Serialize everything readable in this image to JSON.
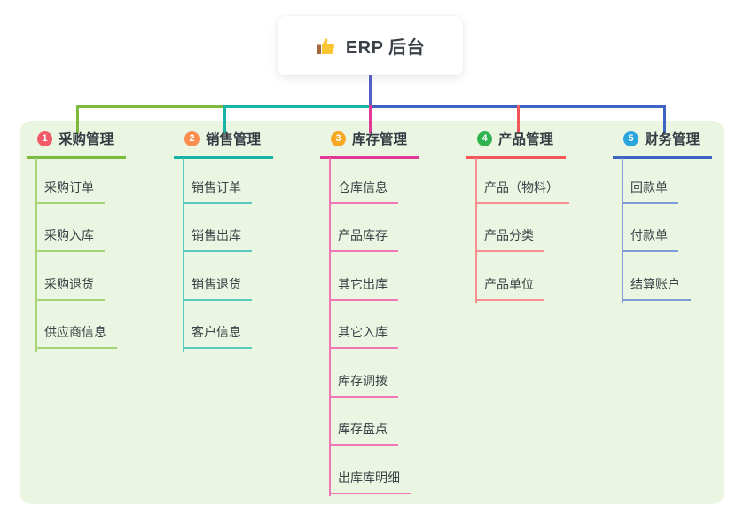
{
  "root": {
    "title": "ERP 后台",
    "icon": "thumbs-up-icon"
  },
  "colors": {
    "canvas_bg": "#ffffff",
    "panel_bg": "#ebf6e2",
    "root_connector": "#5560c8",
    "text_dark": "#353b42"
  },
  "branches": [
    {
      "num": "1",
      "label": "采购管理",
      "badge_color": "#f25b69",
      "line_color": "#7cb93f",
      "line_light": "#a6d378",
      "children": [
        "采购订单",
        "采购入库",
        "采购退货",
        "供应商信息"
      ]
    },
    {
      "num": "2",
      "label": "销售管理",
      "badge_color": "#fb8d4f",
      "line_color": "#16b3a6",
      "line_light": "#58c9bd",
      "children": [
        "销售订单",
        "销售出库",
        "销售退货",
        "客户信息"
      ]
    },
    {
      "num": "3",
      "label": "库存管理",
      "badge_color": "#f7a823",
      "line_color": "#e23a96",
      "line_light": "#f075b7",
      "children": [
        "仓库信息",
        "产品库存",
        "其它出库",
        "其它入库",
        "库存调拨",
        "库存盘点",
        "出库库明细"
      ]
    },
    {
      "num": "4",
      "label": "产品管理",
      "badge_color": "#2fb34f",
      "line_color": "#f2555a",
      "line_light": "#f68d91",
      "children": [
        "产品（物料）",
        "产品分类",
        "产品单位"
      ]
    },
    {
      "num": "5",
      "label": "财务管理",
      "badge_color": "#2aa4dd",
      "line_color": "#3d63c3",
      "line_light": "#7e9bd7",
      "children": [
        "回款单",
        "付款单",
        "结算账户"
      ]
    }
  ]
}
